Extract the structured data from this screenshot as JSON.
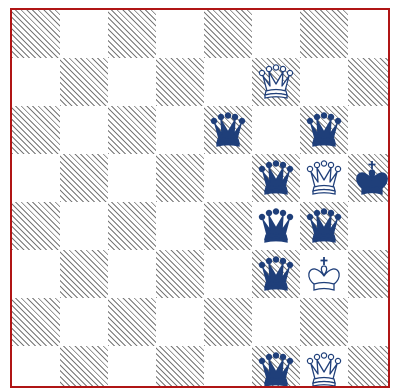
{
  "board": {
    "colors": {
      "piece_dark": "#1f3f7a",
      "piece_light": "#ffffff",
      "square_hatch": "#777777",
      "frame": "#b01515"
    },
    "pieces": [
      {
        "type": "queen",
        "color": "white",
        "square": "f7"
      },
      {
        "type": "queen",
        "color": "black",
        "square": "e6"
      },
      {
        "type": "queen",
        "color": "black",
        "square": "g6"
      },
      {
        "type": "queen",
        "color": "black",
        "square": "f5"
      },
      {
        "type": "queen",
        "color": "white",
        "square": "g5"
      },
      {
        "type": "king",
        "color": "black",
        "square": "h5"
      },
      {
        "type": "queen",
        "color": "black",
        "square": "f4"
      },
      {
        "type": "queen",
        "color": "black",
        "square": "g4"
      },
      {
        "type": "queen",
        "color": "black",
        "square": "f3"
      },
      {
        "type": "king",
        "color": "white",
        "square": "g3"
      },
      {
        "type": "queen",
        "color": "black",
        "square": "f1"
      },
      {
        "type": "queen",
        "color": "white",
        "square": "g1"
      }
    ]
  }
}
